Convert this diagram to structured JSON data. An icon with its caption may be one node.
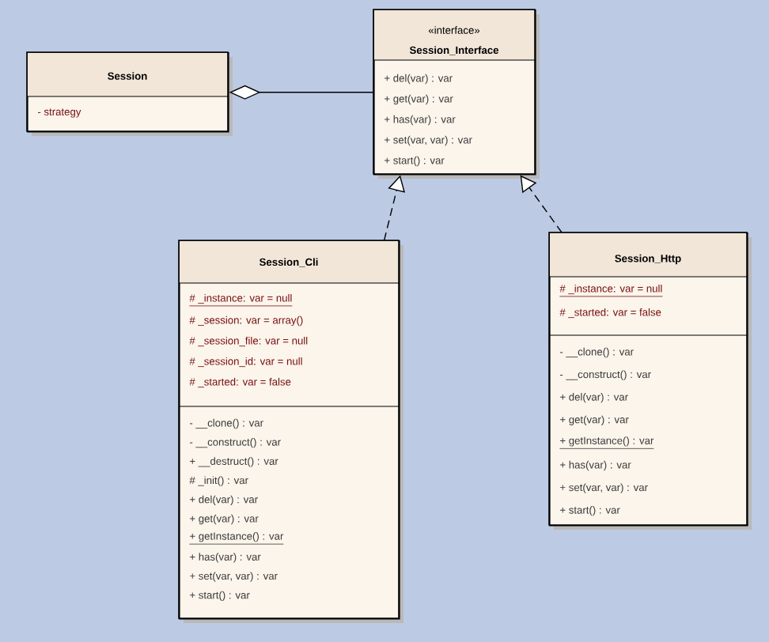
{
  "diagram": {
    "nodes": [
      {
        "text": [
          "Session",
          "- strategy"
        ]
      },
      {
        "text": [
          "«interface»",
          "Session_Interface",
          "+ del(var) : var",
          "+ get(var) : var",
          "+ has(var) : var",
          "+ set(var, var) : var",
          "+ start() : var"
        ]
      },
      {
        "text": [
          "Session_Cli",
          "# _instance: var = null",
          "# _session: var = array()",
          "# _session_file: var = null",
          "# _session_id: var = null",
          "# _started: var = false",
          "- __clone() : var",
          "- __construct() : var",
          "+ __destruct() : var",
          "# _init() : var",
          "+ del(var) : var",
          "+ get(var) : var",
          "+ getInstance() : var",
          "+ has(var) : var",
          "+ set(var, var) : var",
          "+ start() : var"
        ]
      },
      {
        "text": [
          "Session_Http",
          "# _instance: var = null",
          "# _started: var = false",
          "- __clone() : var",
          "- __construct() : var",
          "+ del(var) : var",
          "+ get(var) : var",
          "+ getInstance() : var",
          "+ has(var) : var",
          "+ set(var, var) : var",
          "+ start() : var"
        ]
      }
    ],
    "edges": [
      {
        "from": 0,
        "to": 1,
        "arrow": "other"
      },
      {
        "from": 2,
        "to": 1,
        "arrow": "to",
        "style": "dashed"
      },
      {
        "from": 3,
        "to": 1,
        "arrow": "to",
        "style": "dashed"
      }
    ]
  }
}
